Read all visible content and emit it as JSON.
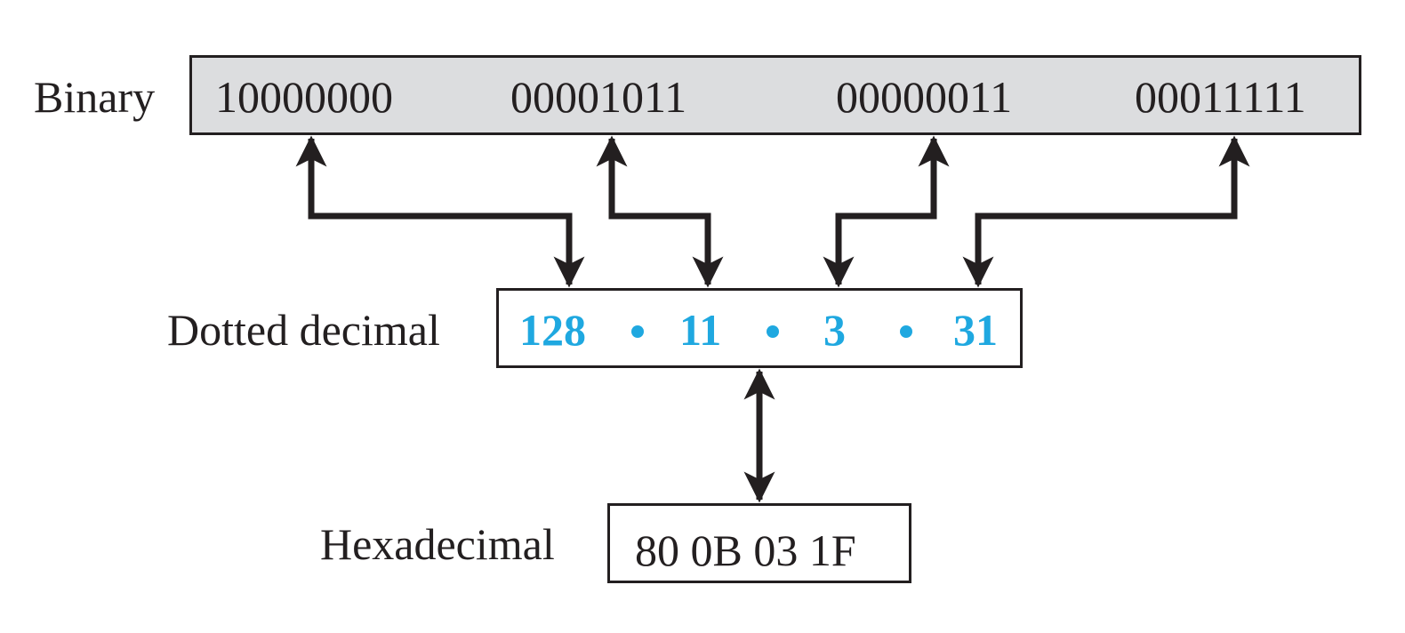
{
  "binary": {
    "label": "Binary",
    "octets": [
      "10000000",
      "00001011",
      "00000011",
      "00011111"
    ]
  },
  "dotted_decimal": {
    "label": "Dotted decimal",
    "octets": [
      "128",
      "11",
      "3",
      "31"
    ],
    "separator": "•"
  },
  "hexadecimal": {
    "label": "Hexadecimal",
    "value": "80 0B 03 1F"
  },
  "colors": {
    "decimal_text": "#1fa8e0",
    "binary_fill": "#dcdddf",
    "line": "#231f20"
  }
}
